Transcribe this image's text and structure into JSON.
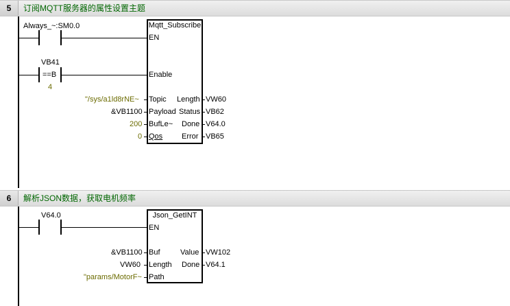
{
  "networks": [
    {
      "number": "5",
      "title": "订阅MQTT服务器的属性设置主题",
      "contact1": {
        "label": "Always_~:SM0.0"
      },
      "contact2": {
        "label": "VB41",
        "op": "==B",
        "value": "4"
      },
      "block": {
        "name": "Mqtt_Subscribe",
        "in_pins": [
          "EN",
          "Enable",
          "Topic",
          "Payload",
          "BufLe~",
          "Qos"
        ],
        "out_pins": [
          "Length",
          "Status",
          "Done",
          "Error"
        ],
        "in_values": [
          "\"/sys/a1ld8rNE~",
          "&VB1100",
          "200",
          "0"
        ],
        "out_values": [
          "VW60",
          "VB62",
          "V64.0",
          "VB65"
        ]
      }
    },
    {
      "number": "6",
      "title": "解析JSON数据，获取电机频率",
      "contact1": {
        "label": "V64.0"
      },
      "block": {
        "name": "Json_GetINT",
        "in_pins": [
          "EN",
          "Buf",
          "Length",
          "Path"
        ],
        "out_pins": [
          "Value",
          "Done"
        ],
        "in_values": [
          "&VB1100",
          "VW60",
          "\"params/MotorF~"
        ],
        "out_values": [
          "VW102",
          "V64.1"
        ]
      }
    }
  ]
}
